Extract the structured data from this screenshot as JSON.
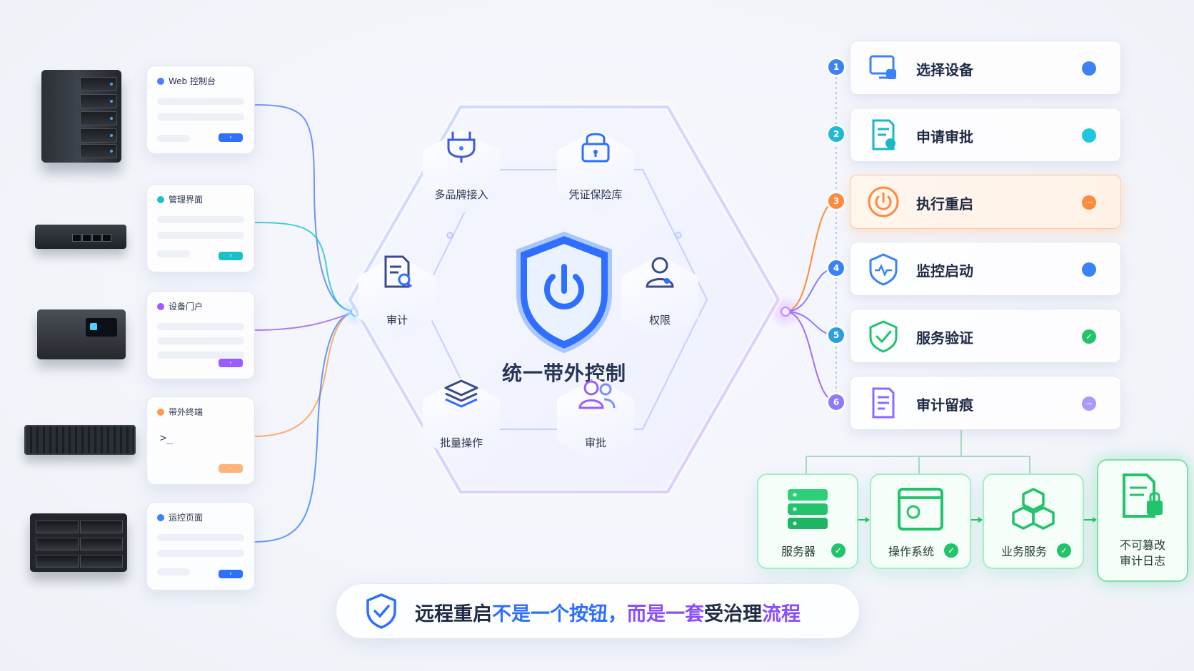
{
  "consoles": [
    {
      "title": "Web 控制台",
      "color": "#4f7bff"
    },
    {
      "title": "管理界面",
      "color": "#19c2c8"
    },
    {
      "title": "设备门户",
      "color": "#9b5cff"
    },
    {
      "title": "带外终端",
      "color": "#ff9a4d",
      "prompt": ">_"
    },
    {
      "title": "运控页面",
      "color": "#3b82f6"
    }
  ],
  "hub": {
    "title": "统一带外控制",
    "modules": [
      {
        "label": "多品牌接入",
        "icon": "plug-icon"
      },
      {
        "label": "凭证保险库",
        "icon": "lock-icon"
      },
      {
        "label": "审计",
        "icon": "audit-document-icon"
      },
      {
        "label": "权限",
        "icon": "user-icon"
      },
      {
        "label": "批量操作",
        "icon": "layers-icon"
      },
      {
        "label": "审批",
        "icon": "users-icon"
      }
    ]
  },
  "steps": [
    {
      "num": "1",
      "label": "选择设备",
      "icon": "device-select-icon",
      "color": "#3b82f6",
      "state": "pending"
    },
    {
      "num": "2",
      "label": "申请审批",
      "icon": "approval-document-icon",
      "color": "#22b8d8",
      "state": "pending"
    },
    {
      "num": "3",
      "label": "执行重启",
      "icon": "power-icon",
      "color": "#ff8a3d",
      "state": "active",
      "indicator": "···"
    },
    {
      "num": "4",
      "label": "监控启动",
      "icon": "monitor-shield-icon",
      "color": "#3b82f6",
      "state": "pending"
    },
    {
      "num": "5",
      "label": "服务验证",
      "icon": "check-shield-icon",
      "color": "#22c36b",
      "state": "done",
      "indicator": "✓"
    },
    {
      "num": "6",
      "label": "审计留痕",
      "icon": "audit-trail-icon",
      "color": "#8b7bff",
      "state": "pending",
      "indicator": "−"
    }
  ],
  "verification": [
    {
      "label": "服务器",
      "icon": "server-icon"
    },
    {
      "label": "操作系统",
      "icon": "os-window-icon"
    },
    {
      "label": "业务服务",
      "icon": "cubes-icon"
    },
    {
      "label": "不可篡改\n审计日志",
      "line1": "不可篡改",
      "line2": "审计日志",
      "icon": "locked-log-icon"
    }
  ],
  "tagline": {
    "part1": "远程重启",
    "part2": "不是一个按钮，",
    "part3": "而是一套",
    "part4": "受治理",
    "part5": "流程"
  },
  "colors": {
    "blue": "#3b82f6",
    "cyan": "#19c2c8",
    "purple": "#9b5cff",
    "orange": "#ff8a3d",
    "green": "#22c36b"
  }
}
